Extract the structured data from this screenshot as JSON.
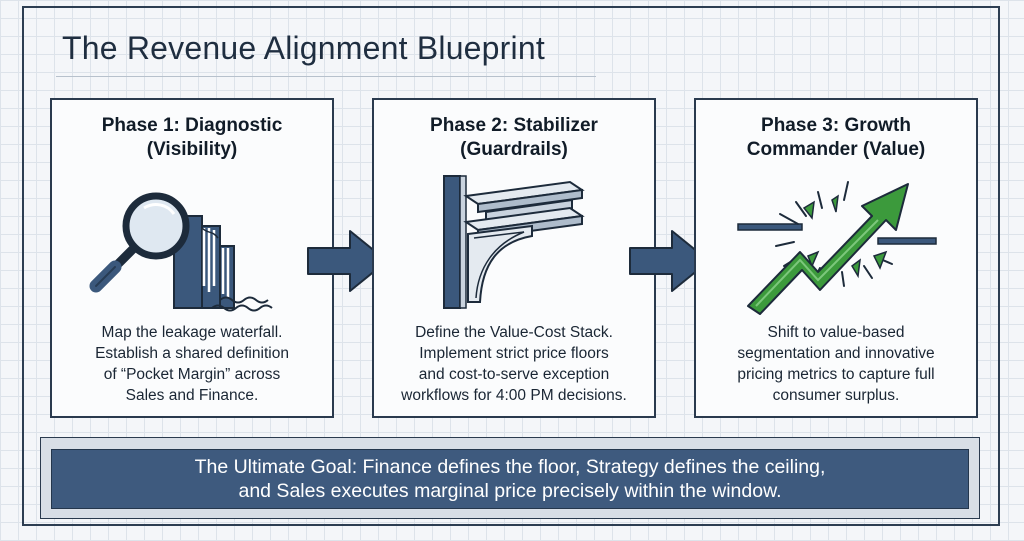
{
  "title": "The Revenue Alignment Blueprint",
  "phases": [
    {
      "title_lines": [
        "Phase 1: Diagnostic",
        "(Visibility)"
      ],
      "description_lines": [
        "Map the leakage waterfall.",
        "Establish a shared definition",
        "of “Pocket Margin” across",
        "Sales and Finance."
      ],
      "icon": "magnifier-waterfall-icon"
    },
    {
      "title_lines": [
        "Phase 2: Stabilizer",
        "(Guardrails)"
      ],
      "description_lines": [
        "Define the Value-Cost Stack.",
        "Implement strict price floors",
        "and cost-to-serve exception",
        "workflows for 4:00 PM decisions."
      ],
      "icon": "beam-bracket-icon"
    },
    {
      "title_lines": [
        "Phase 3: Growth",
        "Commander (Value)"
      ],
      "description_lines": [
        "Shift to value-based",
        "segmentation and innovative",
        "pricing metrics to capture full",
        "consumer surplus."
      ],
      "icon": "growth-arrow-breakthrough-icon"
    }
  ],
  "goal": {
    "lines": [
      "The Ultimate Goal: Finance defines the floor, Strategy defines the ceiling,",
      "and Sales executes marginal price precisely within the window."
    ]
  },
  "colors": {
    "navy": "#2a3a4e",
    "banner_blue": "#3e5a7e",
    "arrow_blue": "#3b587c",
    "growth_green": "#3c9a3c"
  }
}
